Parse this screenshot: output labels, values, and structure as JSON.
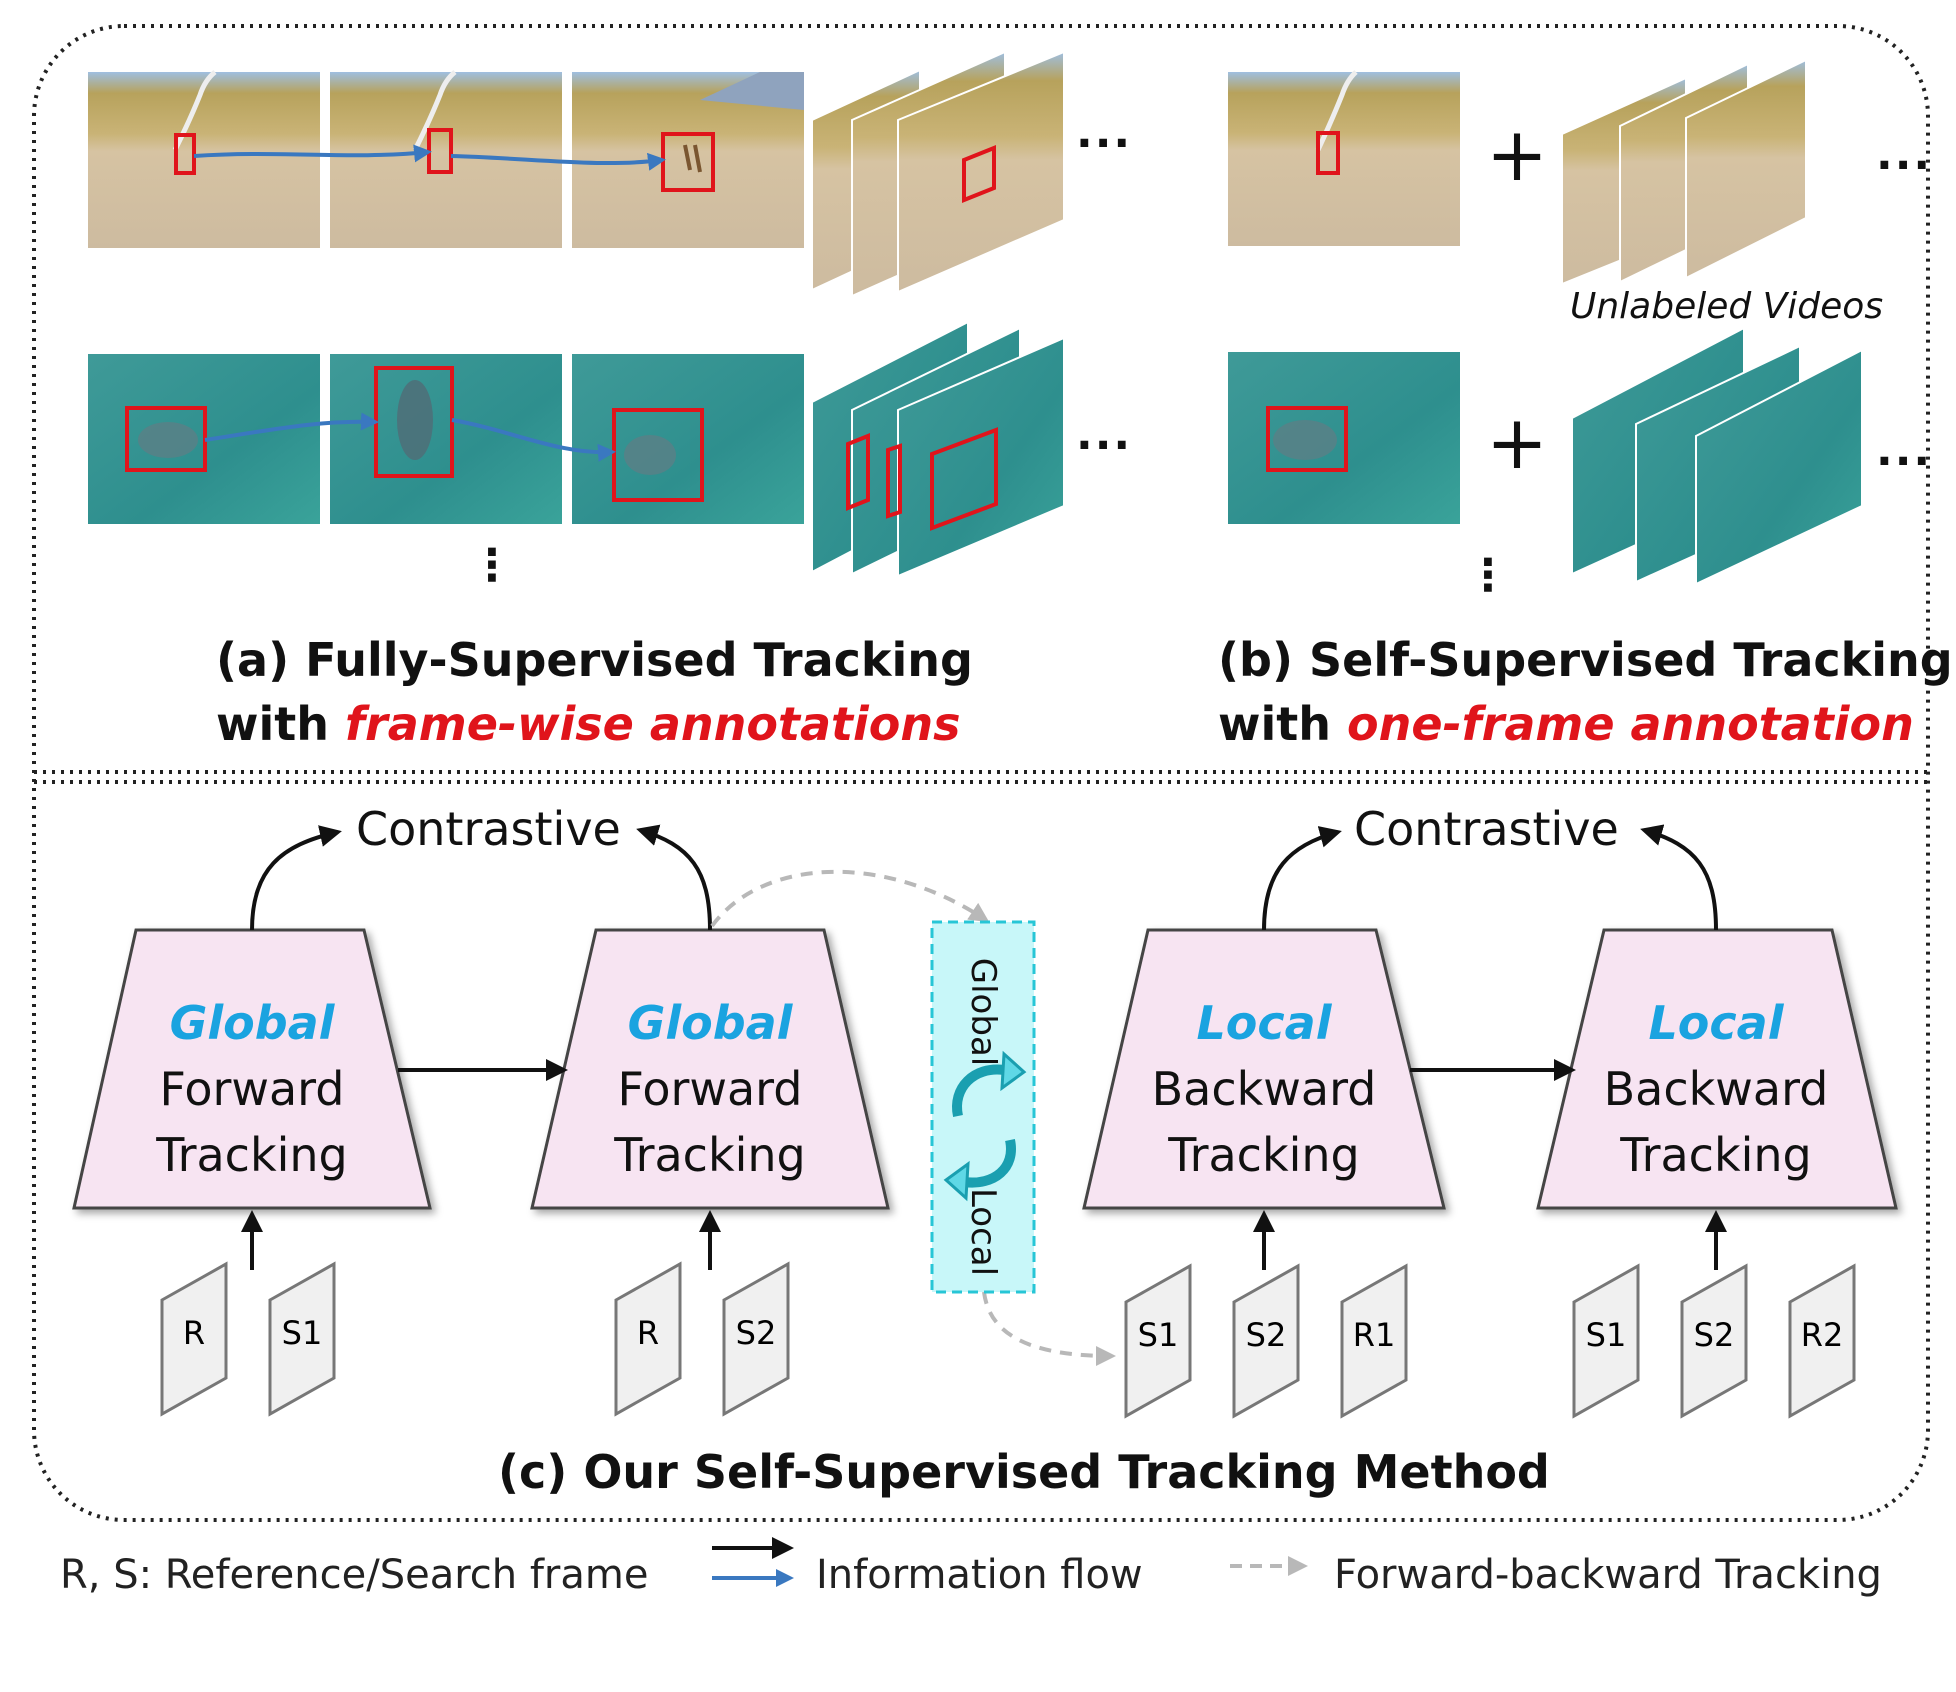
{
  "panel_a": {
    "caption_line1": "(a) Fully-Supervised Tracking",
    "caption_with": "with",
    "caption_emph": "frame-wise annotations",
    "ellipsis": "···",
    "vdots": "⋮"
  },
  "panel_b": {
    "caption_line1": "(b) Self-Supervised Tracking",
    "caption_with": "with",
    "caption_emph": "one-frame annotation",
    "plus": "+",
    "unlabeled": "Unlabeled Videos",
    "ellipsis": "···",
    "vdots": "⋮"
  },
  "panel_c": {
    "caption": "(c) Our Self-Supervised Tracking Method",
    "contrastive": "Contrastive",
    "blocks": [
      {
        "keyword": "Global",
        "line1": "Forward",
        "line2": "Tracking"
      },
      {
        "keyword": "Global",
        "line1": "Forward",
        "line2": "Tracking"
      },
      {
        "keyword": "Local",
        "line1": "Backward",
        "line2": "Tracking"
      },
      {
        "keyword": "Local",
        "line1": "Backward",
        "line2": "Tracking"
      }
    ],
    "switch_top": "Global",
    "switch_bottom": "Local",
    "frames": {
      "b1": [
        "R",
        "S1"
      ],
      "b2": [
        "R",
        "S2"
      ],
      "b3": [
        "S1",
        "S2",
        "R1"
      ],
      "b4": [
        "S1",
        "S2",
        "R2"
      ]
    }
  },
  "legend": {
    "rs": "R, S: Reference/Search frame",
    "flow": "Information flow",
    "fb": "Forward-backward Tracking"
  },
  "colors": {
    "accent_red": "#e0141b",
    "keyword_blue": "#1aa3e0",
    "block_fill": "#f7e4f2",
    "switch_fill": "#c8f7f9",
    "switch_border": "#27c6d6",
    "flow_blue": "#3a78c0"
  }
}
